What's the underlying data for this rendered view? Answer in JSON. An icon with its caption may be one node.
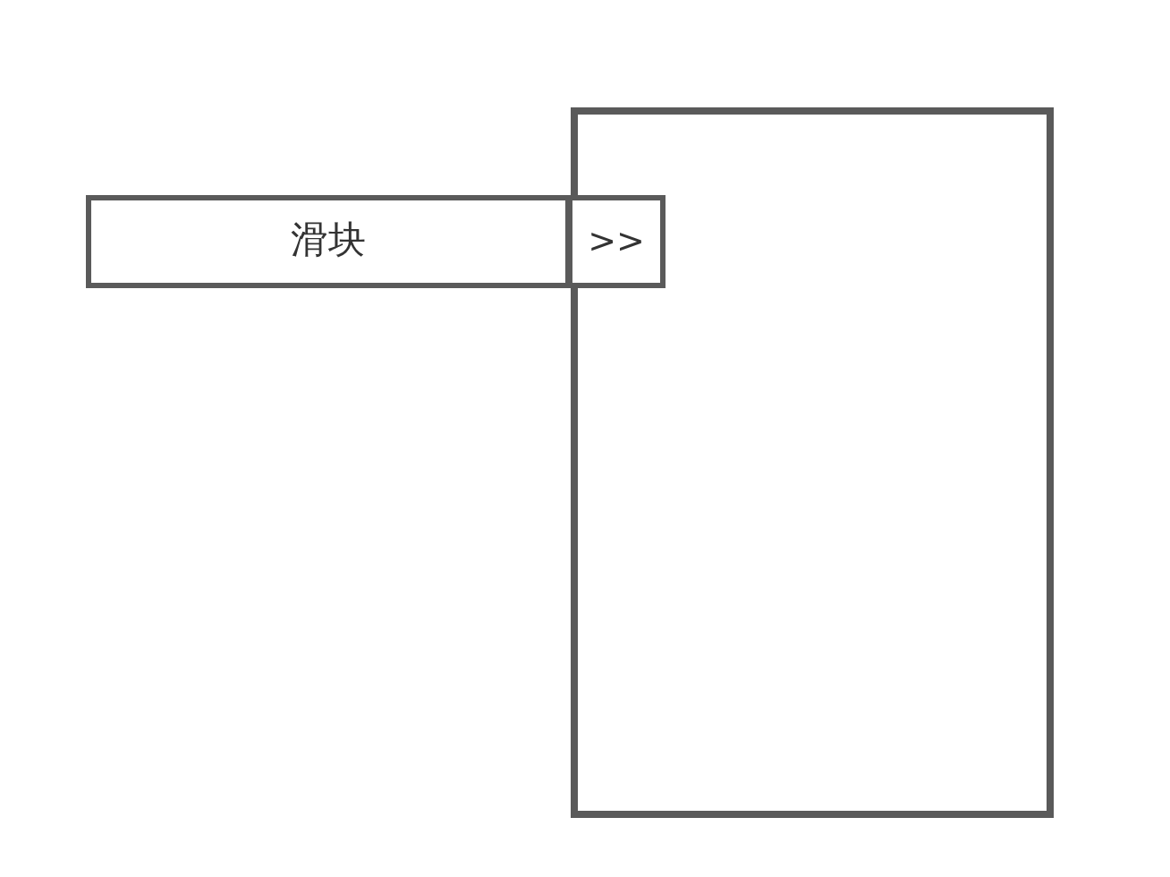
{
  "diagram": {
    "nodes": [
      {
        "text": [],
        "shape": "box"
      },
      {
        "text": [
          "滑块"
        ]
      },
      {
        "text": [
          ">>"
        ],
        "in": 0
      }
    ]
  }
}
